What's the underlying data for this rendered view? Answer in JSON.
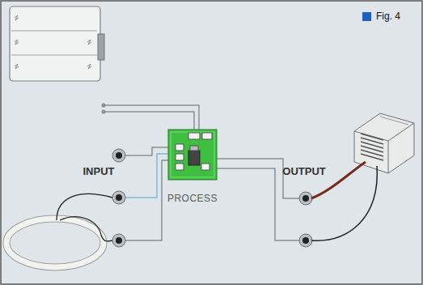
{
  "diagram": {
    "nodes": [
      {
        "text": [
          "PROCESS"
        ]
      }
    ],
    "labels": [
      "INPUT",
      "OUTPUT",
      "Fig. 4"
    ]
  }
}
